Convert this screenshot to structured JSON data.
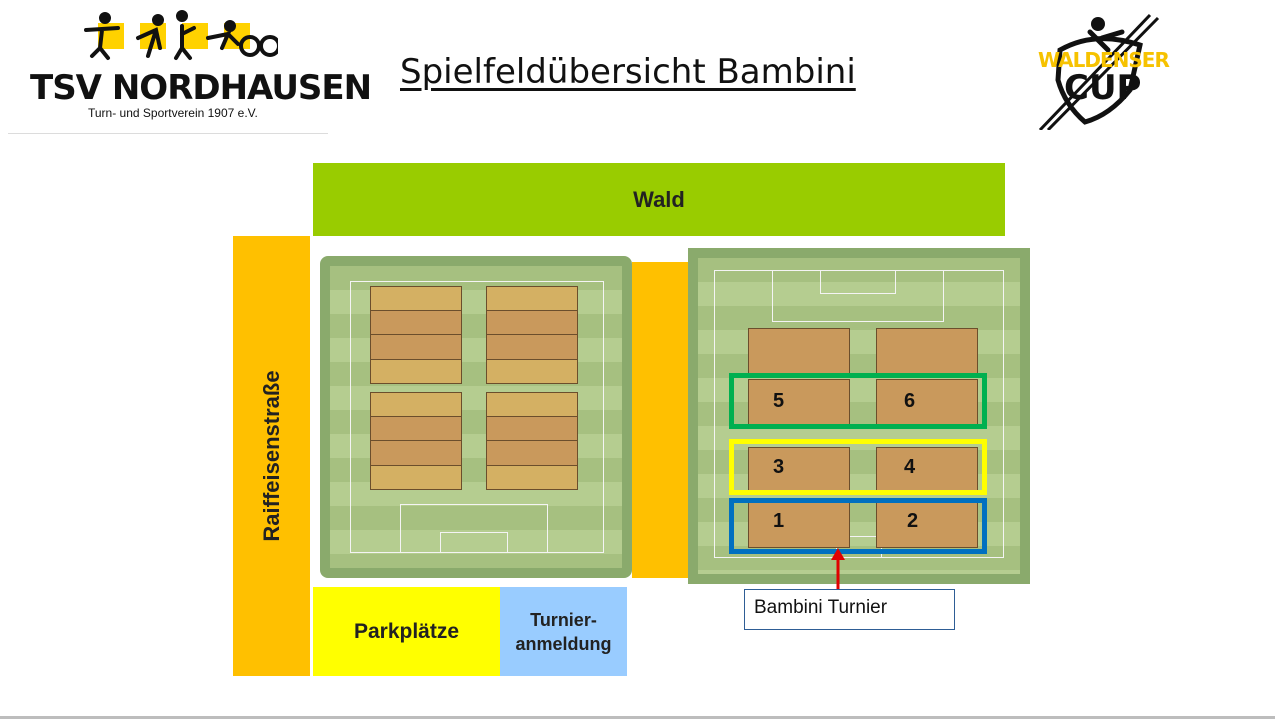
{
  "header": {
    "club_name": "TSV NORDHAUSEN",
    "club_subtitle": "Turn- und Sportverein 1907 e.V.",
    "title": "Spielfeldübersicht Bambini",
    "cup_logo_word1": "WALDENSER",
    "cup_logo_word2": "CUP"
  },
  "map": {
    "wald_label": "Wald",
    "street_label": "Raiffeisenstraße",
    "parking_label": "Parkplätze",
    "registration_label_line1": "Turnier-",
    "registration_label_line2": "anmeldung",
    "callout_label": "Bambini Turnier",
    "fields": [
      {
        "number": "1",
        "color": "#0070c0"
      },
      {
        "number": "2",
        "color": "#0070c0"
      },
      {
        "number": "3",
        "color": "#ffff00"
      },
      {
        "number": "4",
        "color": "#ffff00"
      },
      {
        "number": "5",
        "color": "#00b050"
      },
      {
        "number": "6",
        "color": "#00b050"
      }
    ]
  },
  "colors": {
    "wald": "#99cc00",
    "street": "#ffc000",
    "parking": "#ffff00",
    "registration": "#99ccff",
    "arrow": "#e00000"
  }
}
